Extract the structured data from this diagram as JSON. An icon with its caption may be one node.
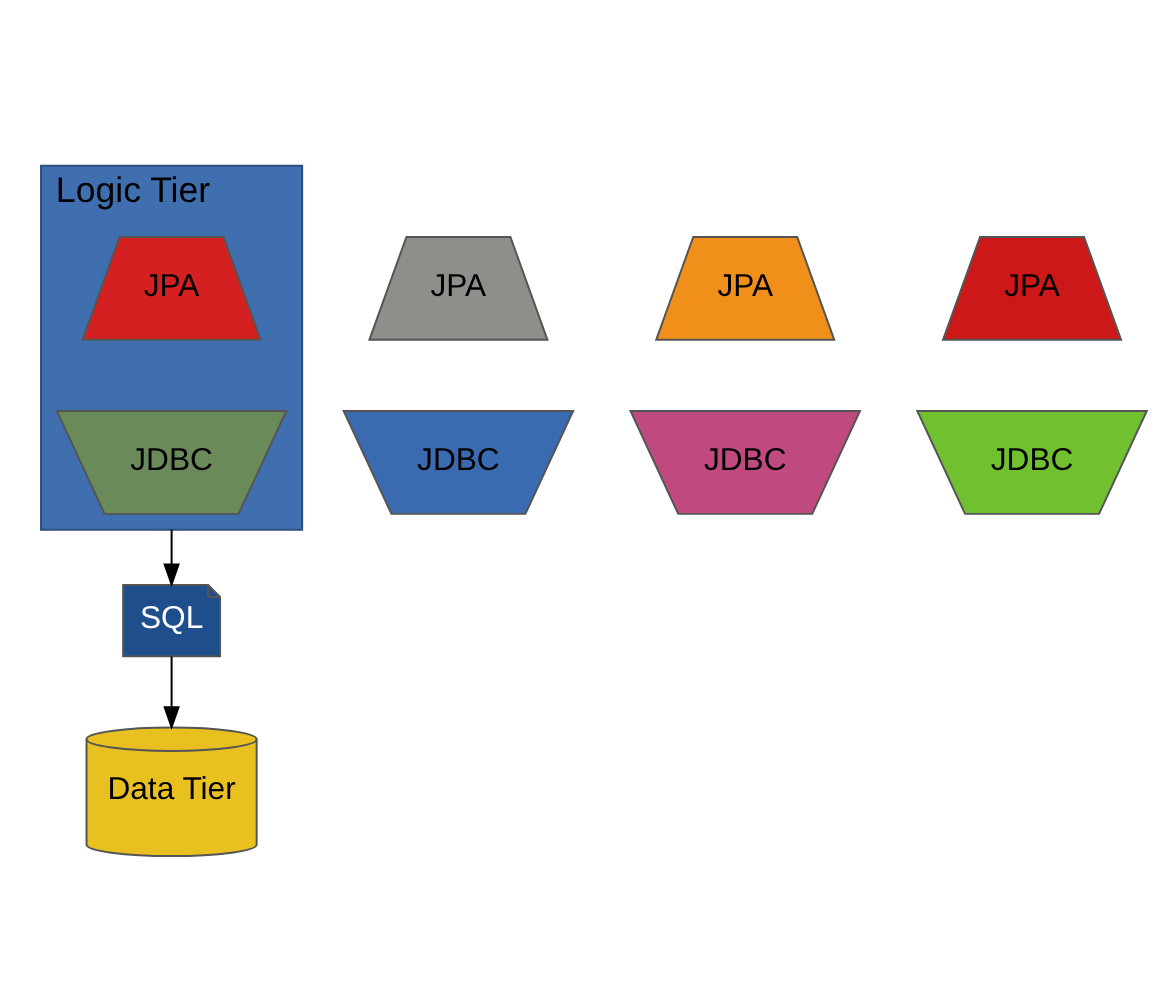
{
  "diagram": {
    "nodes": [
      {
        "text": [
          "Logic Tier"
        ]
      },
      {
        "text": [
          "JPA"
        ],
        "in": 0
      },
      {
        "text": [
          "JDBC"
        ],
        "in": 0
      },
      {
        "text": [
          "JPA"
        ]
      },
      {
        "text": [
          "JDBC"
        ]
      },
      {
        "text": [
          "SQL"
        ]
      },
      {
        "text": [
          "JPA"
        ]
      },
      {
        "text": [
          "JDBC"
        ]
      },
      {
        "text": [
          "JPA"
        ]
      },
      {
        "text": [
          "JDBC"
        ]
      },
      {
        "text": [
          "Data Tier"
        ]
      }
    ],
    "edges": [
      {
        "from": 0,
        "to": 5,
        "arrow": "to"
      },
      {
        "from": 5,
        "to": 10,
        "arrow": "to"
      }
    ]
  }
}
